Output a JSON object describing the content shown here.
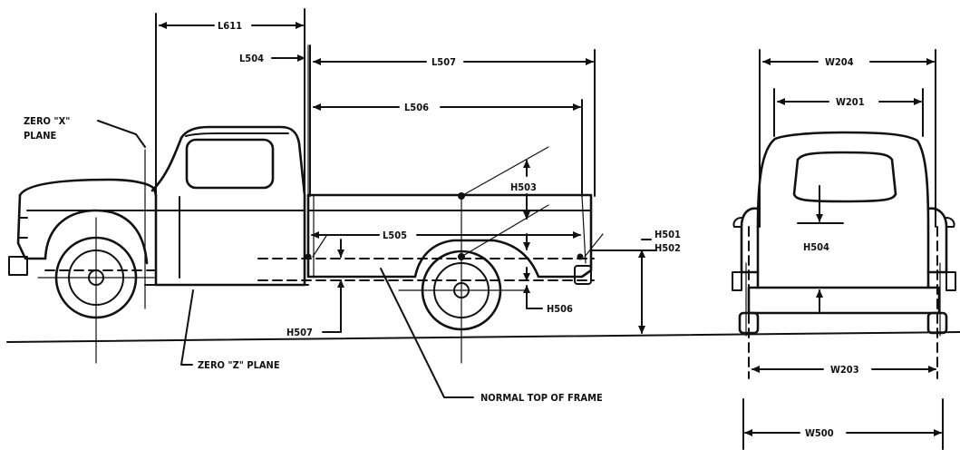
{
  "labels": {
    "L611": "L611",
    "L504": "L504",
    "L507": "L507",
    "L506": "L506",
    "L505": "L505",
    "H503": "H503",
    "H501": "H501",
    "H502": "H502",
    "H507": "H507",
    "H506": "H506",
    "zero_x_line1": "ZERO \"X\"",
    "zero_x_line2": "PLANE",
    "zero_z": "ZERO \"Z\" PLANE",
    "normal_frame": "NORMAL TOP OF FRAME",
    "W204": "W204",
    "W201": "W201",
    "H504": "H504",
    "W203": "W203",
    "W500": "W500"
  }
}
